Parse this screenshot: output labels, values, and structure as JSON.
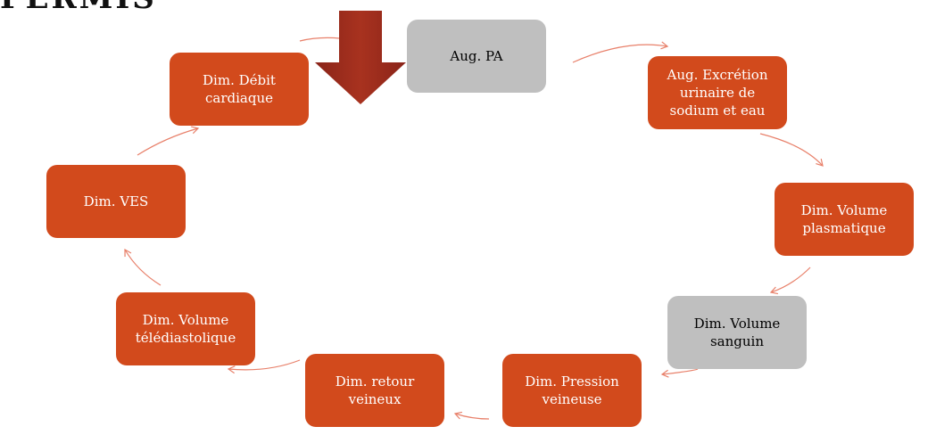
{
  "header": {
    "title_fragment": "PERMIS"
  },
  "colors": {
    "node_orange": "#d24a1c",
    "node_gray": "#bfbfbf",
    "arrow_dark": "#9c2b1f",
    "connector": "#e8806a"
  },
  "cycle": {
    "nodes": [
      {
        "id": "aug-pa",
        "label": "Aug. PA",
        "style": "gray"
      },
      {
        "id": "excretion",
        "label": "Aug. Excrétion\nurinaire de\nsodium et eau",
        "style": "orange"
      },
      {
        "id": "volume-plasmatique",
        "label": "Dim. Volume\nplasmatique",
        "style": "orange"
      },
      {
        "id": "volume-sanguin",
        "label": "Dim. Volume\nsanguin",
        "style": "gray"
      },
      {
        "id": "pression-veineuse",
        "label": "Dim. Pression\nveineuse",
        "style": "orange"
      },
      {
        "id": "retour-veineux",
        "label": "Dim. retour\nveineux",
        "style": "orange"
      },
      {
        "id": "volume-telediastolique",
        "label": "Dim. Volume\ntélédiastolique",
        "style": "orange"
      },
      {
        "id": "ves",
        "label": "Dim. VES",
        "style": "orange"
      },
      {
        "id": "debit-cardiaque",
        "label": "Dim. Débit\ncardiaque",
        "style": "orange"
      }
    ]
  }
}
